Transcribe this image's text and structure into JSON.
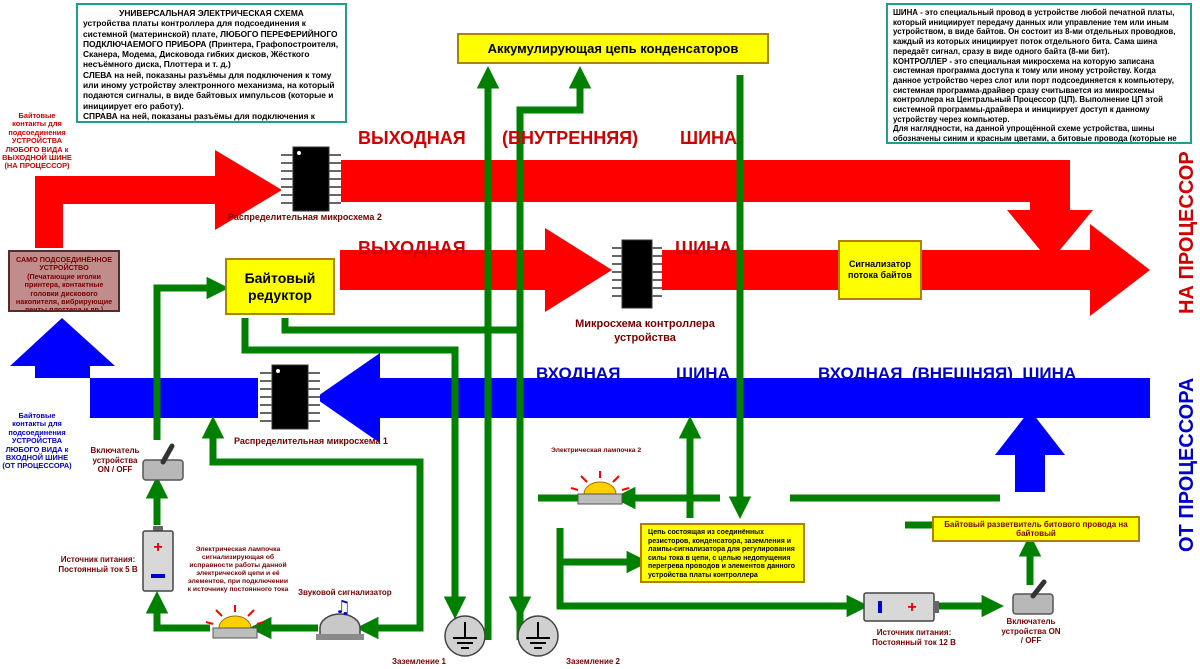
{
  "info_left": {
    "title": "УНИВЕРСАЛЬНАЯ ЭЛЕКТРИЧЕСКАЯ СХЕМА",
    "p1": "устройства платы контроллера для подсоединения к системной (материнской) плате, ЛЮБОГО ПЕРЕФЕРИЙНОГО ПОДКЛЮЧАЕМОГО ПРИБОРА (Принтера, Графопостроителя, Сканера, Модема, Дисковода гибких дисков, Жёсткого несъёмного диска, Плоттера и т. д.)",
    "p2": "СЛЕВА на ней, показаны разъёмы для подключения к тому или иному устройству электронного механизма, на который подаются сигналы, в виде байтовых импульсов (которые и инициирует его работу).",
    "p3": "СПРАВА на ней, показаны разъёмы для подключения к системной (материнской) плате - главной детали, любого современного компьютера для подачи байтовых сигналов на ЦП или с ЦП."
  },
  "info_right": {
    "p1": "ШИНА - это специальный провод в устройстве любой печатной платы, который инициирует передачу данных или управление тем или иным устройством, в виде байтов. Он состоит из 8-ми отдельных проводков, каждый из которых инициирует поток отдельного бита. Сама шина передаёт сигнал, сразу в виде одного байта (8-ми бит).",
    "p2": "КОНТРОЛЛЕР - это специальная микросхема на которую записана системная программа доступа к тому или иному устройству. Когда данное устройство через слот или порт подсоединяется к компьютеру, системная программа-драйвер сразу считывается из микросхемы контроллера на Центральный Процессор (ЦП). Выполнение ЦП этой системной программы-драйвера и инициирует доступ к данному устройству через компьютер.",
    "p3": "Для наглядности, на данной упрощённой схеме устройства, шины обозначены синим и красным цветами, а битовые провода (которые не являются шинами) обозначены зелёным цветом."
  },
  "capacitor_chain": "Аккумулирующая цепь конденсаторов",
  "bus_labels": {
    "out_inner": [
      "ВЫХОДНАЯ",
      "(ВНУТРЕННЯЯ)",
      "ШИНА"
    ],
    "out_mid": [
      "ВЫХОДНАЯ",
      "ШИНА"
    ],
    "in_mid": [
      "ВХОДНАЯ",
      "ШИНА"
    ],
    "in_outer": "ВХОДНАЯ  (ВНЕШНЯЯ)  ШИНА",
    "to_cpu": "НА ПРОЦЕССОР",
    "from_cpu": "ОТ ПРОЦЕССОРА"
  },
  "left_top_note": "Байтовые контакты для подсоединения УСТРОЙСТВА ЛЮБОГО ВИДА к ВЫХОДНОЙ ШИНЕ (НА ПРОЦЕССОР)",
  "left_bottom_note": "Байтовые контакты для подсоединения УСТРОЙСТВА ЛЮБОГО ВИДА к ВХОДНОЙ ШИНЕ (ОТ ПРОЦЕССОРА)",
  "device_box": {
    "title": "САМО ПОДСОЕДИНЁННОЕ УСТРОЙСТВО",
    "desc": "(Печатающие иголки принтера, контактные головки дискового накопителя, вибрирующие ленты плоттера и др.)"
  },
  "chip2": "Распределительная микросхема 2",
  "chip1": "Распределительная микросхема 1",
  "controller_chip": "Микросхема контроллера устройства",
  "byte_reducer": "Байтовый редуктор",
  "byte_signal": "Сигнализатор потока байтов",
  "bit_splitter": "Байтовый разветвитель битового провода на байтовый",
  "resistor_chain": "Цепь состоящая из соединённых резисторов, конденсатора, заземления и лампы-сигнализатора для регулирования силы тока в цепи, с целью недопущения перегрева проводов и элементов данного устройства платы контроллера",
  "lamp2": "Электрическая лампочка 2",
  "lamp1_desc": "Электрическая лампочка сигнализирующая об исправности работы данной электрической цепи и её элементов, при подключении к источнику постоянного тока",
  "buzzer": "Звуковой сигнализатор",
  "ground1": "Заземление 1",
  "ground2": "Заземление 2",
  "switch_left": "Включатель устройства ON / OFF",
  "switch_right": "Включатель устройства ON / OFF",
  "power_left": "Источник питания: Постоянный ток 5 В",
  "power_right": "Источник питания: Постоянный ток 12 В",
  "battery_plus": "+",
  "battery_minus": "−",
  "colors": {
    "red_bus": "#ff0000",
    "blue_bus": "#0000ff",
    "green_wire": "#008000",
    "yellow_box": "#ffff00"
  }
}
